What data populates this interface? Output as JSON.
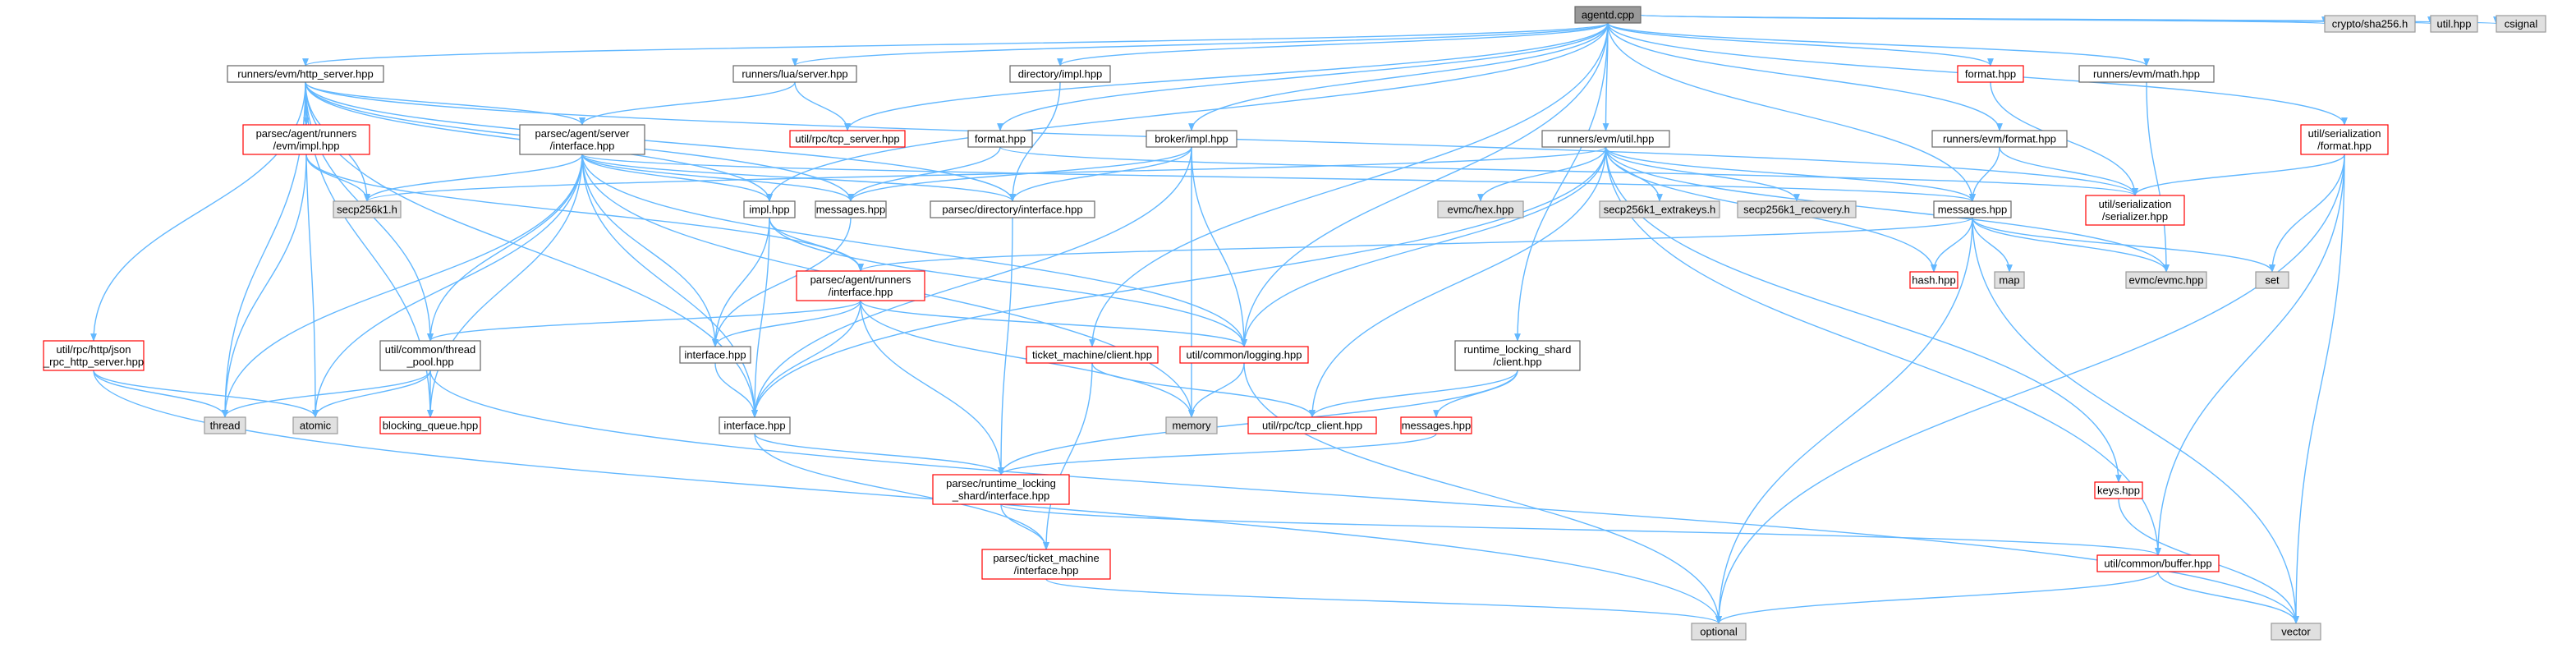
{
  "diagram": {
    "title": "agentd.cpp",
    "colors": {
      "edge": "#63b8ff",
      "root_fill": "#999999",
      "root_border": "#666666",
      "normal_fill": "#ffffff",
      "normal_border": "#666666",
      "truncated_border": "#ff0000",
      "system_fill": "#e0e0e0",
      "system_border": "#999999"
    },
    "nodes": [
      {
        "id": "agentd",
        "kind": "root",
        "lines": [
          "agentd.cpp"
        ]
      },
      {
        "id": "http_server",
        "kind": "normal",
        "lines": [
          "runners/evm/http_server.hpp"
        ]
      },
      {
        "id": "lua_server",
        "kind": "normal",
        "lines": [
          "runners/lua/server.hpp"
        ]
      },
      {
        "id": "dir_impl",
        "kind": "normal",
        "lines": [
          "directory/impl.hpp"
        ]
      },
      {
        "id": "format_hpp",
        "kind": "normal",
        "lines": [
          "format.hpp"
        ]
      },
      {
        "id": "broker_impl",
        "kind": "normal",
        "lines": [
          "broker/impl.hpp"
        ]
      },
      {
        "id": "evm_util",
        "kind": "normal",
        "lines": [
          "runners/evm/util.hpp"
        ]
      },
      {
        "id": "format_red",
        "kind": "truncated",
        "lines": [
          "format.hpp"
        ]
      },
      {
        "id": "evm_math",
        "kind": "normal",
        "lines": [
          "runners/evm/math.hpp"
        ]
      },
      {
        "id": "evm_format",
        "kind": "normal",
        "lines": [
          "runners/evm/format.hpp"
        ]
      },
      {
        "id": "ser_format",
        "kind": "truncated",
        "lines": [
          "util/serialization",
          "/format.hpp"
        ]
      },
      {
        "id": "sha256",
        "kind": "system",
        "lines": [
          "crypto/sha256.h"
        ]
      },
      {
        "id": "util_hpp",
        "kind": "system",
        "lines": [
          "util.hpp"
        ]
      },
      {
        "id": "csignal",
        "kind": "system",
        "lines": [
          "csignal"
        ]
      },
      {
        "id": "evm_impl",
        "kind": "truncated",
        "lines": [
          "parsec/agent/runners",
          "/evm/impl.hpp"
        ]
      },
      {
        "id": "agent_server_if",
        "kind": "normal",
        "lines": [
          "parsec/agent/server",
          "/interface.hpp"
        ]
      },
      {
        "id": "tcp_server",
        "kind": "truncated",
        "lines": [
          "util/rpc/tcp_server.hpp"
        ]
      },
      {
        "id": "secp256k1",
        "kind": "system",
        "lines": [
          "secp256k1.h"
        ]
      },
      {
        "id": "impl_hpp",
        "kind": "normal",
        "lines": [
          "impl.hpp"
        ]
      },
      {
        "id": "messages1",
        "kind": "normal",
        "lines": [
          "messages.hpp"
        ]
      },
      {
        "id": "dir_if",
        "kind": "normal",
        "lines": [
          "parsec/directory/interface.hpp"
        ]
      },
      {
        "id": "evmc_hex",
        "kind": "system",
        "lines": [
          "evmc/hex.hpp"
        ]
      },
      {
        "id": "secp_extra",
        "kind": "system",
        "lines": [
          "secp256k1_extrakeys.h"
        ]
      },
      {
        "id": "secp_recov",
        "kind": "system",
        "lines": [
          "secp256k1_recovery.h"
        ]
      },
      {
        "id": "messages2",
        "kind": "normal",
        "lines": [
          "messages.hpp"
        ]
      },
      {
        "id": "serializer",
        "kind": "truncated",
        "lines": [
          "util/serialization",
          "/serializer.hpp"
        ]
      },
      {
        "id": "runners_if",
        "kind": "truncated",
        "lines": [
          "parsec/agent/runners",
          "/interface.hpp"
        ]
      },
      {
        "id": "hash_hpp",
        "kind": "truncated",
        "lines": [
          "hash.hpp"
        ]
      },
      {
        "id": "map",
        "kind": "system",
        "lines": [
          "map"
        ]
      },
      {
        "id": "evmc",
        "kind": "system",
        "lines": [
          "evmc/evmc.hpp"
        ]
      },
      {
        "id": "set",
        "kind": "system",
        "lines": [
          "set"
        ]
      },
      {
        "id": "json_rpc",
        "kind": "truncated",
        "lines": [
          "util/rpc/http/json",
          "_rpc_http_server.hpp"
        ]
      },
      {
        "id": "thread_pool",
        "kind": "normal",
        "lines": [
          "util/common/thread",
          "_pool.hpp"
        ]
      },
      {
        "id": "interface_small",
        "kind": "normal",
        "lines": [
          "interface.hpp"
        ]
      },
      {
        "id": "ticket_client",
        "kind": "truncated",
        "lines": [
          "ticket_machine/client.hpp"
        ]
      },
      {
        "id": "logging",
        "kind": "truncated",
        "lines": [
          "util/common/logging.hpp"
        ]
      },
      {
        "id": "rls_client",
        "kind": "normal",
        "lines": [
          "runtime_locking_shard",
          "/client.hpp"
        ]
      },
      {
        "id": "thread",
        "kind": "system",
        "lines": [
          "thread"
        ]
      },
      {
        "id": "atomic",
        "kind": "system",
        "lines": [
          "atomic"
        ]
      },
      {
        "id": "blocking_queue",
        "kind": "truncated",
        "lines": [
          "blocking_queue.hpp"
        ]
      },
      {
        "id": "interface_main",
        "kind": "normal",
        "lines": [
          "interface.hpp"
        ]
      },
      {
        "id": "memory",
        "kind": "system",
        "lines": [
          "memory"
        ]
      },
      {
        "id": "tcp_client",
        "kind": "truncated",
        "lines": [
          "util/rpc/tcp_client.hpp"
        ]
      },
      {
        "id": "messages3",
        "kind": "truncated",
        "lines": [
          "messages.hpp"
        ]
      },
      {
        "id": "keys",
        "kind": "truncated",
        "lines": [
          "keys.hpp"
        ]
      },
      {
        "id": "rls_if",
        "kind": "truncated",
        "lines": [
          "parsec/runtime_locking",
          "_shard/interface.hpp"
        ]
      },
      {
        "id": "tm_if",
        "kind": "truncated",
        "lines": [
          "parsec/ticket_machine",
          "/interface.hpp"
        ]
      },
      {
        "id": "buffer",
        "kind": "truncated",
        "lines": [
          "util/common/buffer.hpp"
        ]
      },
      {
        "id": "optional",
        "kind": "system",
        "lines": [
          "optional"
        ]
      },
      {
        "id": "vector",
        "kind": "system",
        "lines": [
          "vector"
        ]
      }
    ],
    "edges": [
      [
        "agentd",
        "http_server"
      ],
      [
        "agentd",
        "lua_server"
      ],
      [
        "agentd",
        "tcp_server"
      ],
      [
        "agentd",
        "dir_impl"
      ],
      [
        "agentd",
        "format_hpp"
      ],
      [
        "agentd",
        "broker_impl"
      ],
      [
        "agentd",
        "ticket_client"
      ],
      [
        "agentd",
        "logging"
      ],
      [
        "agentd",
        "evm_util"
      ],
      [
        "agentd",
        "messages2"
      ],
      [
        "agentd",
        "format_red"
      ],
      [
        "agentd",
        "evm_math"
      ],
      [
        "agentd",
        "evm_format"
      ],
      [
        "agentd",
        "ser_format"
      ],
      [
        "agentd",
        "sha256"
      ],
      [
        "agentd",
        "util_hpp"
      ],
      [
        "agentd",
        "csignal"
      ],
      [
        "agentd",
        "rls_client"
      ],
      [
        "agentd",
        "impl_hpp"
      ],
      [
        "http_server",
        "evm_impl"
      ],
      [
        "http_server",
        "agent_server_if"
      ],
      [
        "http_server",
        "secp256k1"
      ],
      [
        "http_server",
        "impl_hpp"
      ],
      [
        "http_server",
        "messages1"
      ],
      [
        "http_server",
        "dir_if"
      ],
      [
        "http_server",
        "json_rpc"
      ],
      [
        "http_server",
        "thread_pool"
      ],
      [
        "http_server",
        "thread"
      ],
      [
        "http_server",
        "atomic"
      ],
      [
        "http_server",
        "blocking_queue"
      ],
      [
        "http_server",
        "interface_main"
      ],
      [
        "http_server",
        "serializer"
      ],
      [
        "lua_server",
        "agent_server_if"
      ],
      [
        "lua_server",
        "tcp_server"
      ],
      [
        "evm_impl",
        "secp256k1"
      ],
      [
        "evm_impl",
        "thread"
      ],
      [
        "evm_impl",
        "runners_if"
      ],
      [
        "agent_server_if",
        "secp256k1"
      ],
      [
        "agent_server_if",
        "impl_hpp"
      ],
      [
        "agent_server_if",
        "messages1"
      ],
      [
        "agent_server_if",
        "dir_if"
      ],
      [
        "agent_server_if",
        "thread_pool"
      ],
      [
        "agent_server_if",
        "interface_small"
      ],
      [
        "agent_server_if",
        "logging"
      ],
      [
        "agent_server_if",
        "thread"
      ],
      [
        "agent_server_if",
        "atomic"
      ],
      [
        "agent_server_if",
        "blocking_queue"
      ],
      [
        "agent_server_if",
        "interface_main"
      ],
      [
        "agent_server_if",
        "memory"
      ],
      [
        "agent_server_if",
        "messages2"
      ],
      [
        "dir_impl",
        "dir_if"
      ],
      [
        "format_hpp",
        "messages1"
      ],
      [
        "format_hpp",
        "serializer"
      ],
      [
        "broker_impl",
        "dir_if"
      ],
      [
        "broker_impl",
        "logging"
      ],
      [
        "broker_impl",
        "interface_main"
      ],
      [
        "broker_impl",
        "memory"
      ],
      [
        "broker_impl",
        "messages1"
      ],
      [
        "evm_util",
        "secp256k1"
      ],
      [
        "evm_util",
        "evmc_hex"
      ],
      [
        "evm_util",
        "secp_extra"
      ],
      [
        "evm_util",
        "secp_recov"
      ],
      [
        "evm_util",
        "logging"
      ],
      [
        "evm_util",
        "tcp_client"
      ],
      [
        "evm_util",
        "interface_main"
      ],
      [
        "evm_util",
        "buffer"
      ],
      [
        "evm_util",
        "hash_hpp"
      ],
      [
        "evm_util",
        "keys"
      ],
      [
        "evm_util",
        "evmc"
      ],
      [
        "evm_util",
        "messages2"
      ],
      [
        "format_red",
        "serializer"
      ],
      [
        "evm_math",
        "evmc"
      ],
      [
        "evm_format",
        "messages2"
      ],
      [
        "evm_format",
        "serializer"
      ],
      [
        "ser_format",
        "serializer"
      ],
      [
        "ser_format",
        "set"
      ],
      [
        "ser_format",
        "buffer"
      ],
      [
        "ser_format",
        "optional"
      ],
      [
        "ser_format",
        "vector"
      ],
      [
        "impl_hpp",
        "runners_if"
      ],
      [
        "impl_hpp",
        "interface_small"
      ],
      [
        "impl_hpp",
        "interface_main"
      ],
      [
        "impl_hpp",
        "logging"
      ],
      [
        "messages1",
        "interface_small"
      ],
      [
        "dir_if",
        "rls_if"
      ],
      [
        "messages2",
        "runners_if"
      ],
      [
        "messages2",
        "hash_hpp"
      ],
      [
        "messages2",
        "map"
      ],
      [
        "messages2",
        "evmc"
      ],
      [
        "messages2",
        "set"
      ],
      [
        "messages2",
        "optional"
      ],
      [
        "messages2",
        "vector"
      ],
      [
        "runners_if",
        "thread_pool"
      ],
      [
        "runners_if",
        "interface_small"
      ],
      [
        "runners_if",
        "logging"
      ],
      [
        "runners_if",
        "memory"
      ],
      [
        "runners_if",
        "interface_main"
      ],
      [
        "runners_if",
        "rls_if"
      ],
      [
        "json_rpc",
        "thread"
      ],
      [
        "json_rpc",
        "atomic"
      ],
      [
        "json_rpc",
        "optional"
      ],
      [
        "thread_pool",
        "thread"
      ],
      [
        "thread_pool",
        "atomic"
      ],
      [
        "thread_pool",
        "blocking_queue"
      ],
      [
        "thread_pool",
        "vector"
      ],
      [
        "interface_small",
        "interface_main"
      ],
      [
        "ticket_client",
        "tcp_client"
      ],
      [
        "ticket_client",
        "tm_if"
      ],
      [
        "logging",
        "memory"
      ],
      [
        "logging",
        "optional"
      ],
      [
        "rls_client",
        "tcp_client"
      ],
      [
        "rls_client",
        "messages3"
      ],
      [
        "rls_client",
        "rls_if"
      ],
      [
        "messages3",
        "rls_if"
      ],
      [
        "interface_main",
        "rls_if"
      ],
      [
        "interface_main",
        "tm_if"
      ],
      [
        "rls_if",
        "tm_if"
      ],
      [
        "rls_if",
        "buffer"
      ],
      [
        "tm_if",
        "optional"
      ],
      [
        "keys",
        "vector"
      ],
      [
        "buffer",
        "optional"
      ],
      [
        "buffer",
        "vector"
      ]
    ]
  }
}
